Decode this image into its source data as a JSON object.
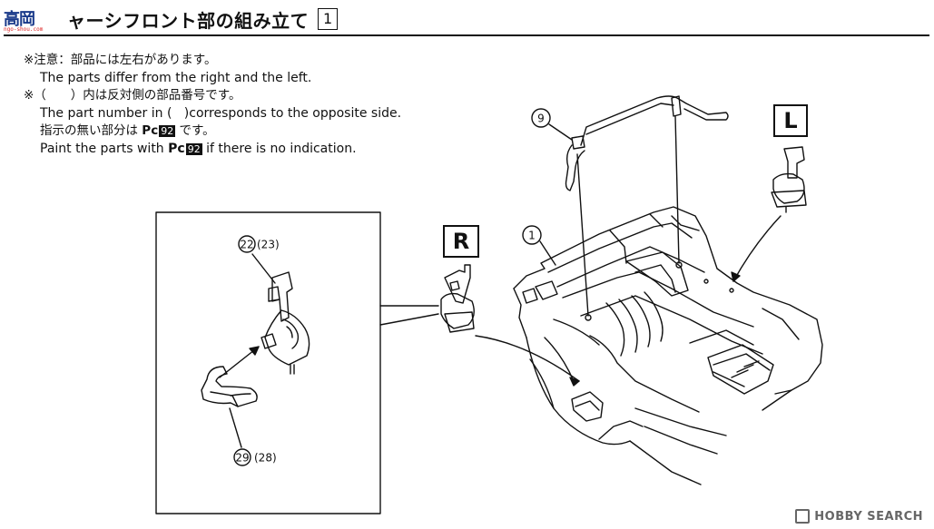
{
  "header": {
    "logo_text": "高岡",
    "logo_sub": "ngo-shou.com",
    "title": "ャーシフロント部の組み立て",
    "step": "1"
  },
  "notes": {
    "line1_jp": "※注意：部品には左右があります。",
    "line1_en": "The parts differ from the right and the left.",
    "line2_jp": "※（　　）内は反対側の部品番号です。",
    "line2_en_a": "The part number in (",
    "line2_en_b": ")corresponds to the opposite side.",
    "line3_jp_a": "指示の無い部分は",
    "line3_jp_b": "です。",
    "line3_en_a": "Paint the parts with",
    "line3_en_b": "if there is no indication.",
    "pc_label": "Pc",
    "pc_number": "92"
  },
  "labels": {
    "side_r": "R",
    "side_l": "L",
    "part_9": "9",
    "part_1": "1",
    "part_22": "22",
    "part_23": "(23)",
    "part_29": "29",
    "part_28": "(28)"
  },
  "watermark": {
    "text": "HOBBY SEARCH"
  }
}
